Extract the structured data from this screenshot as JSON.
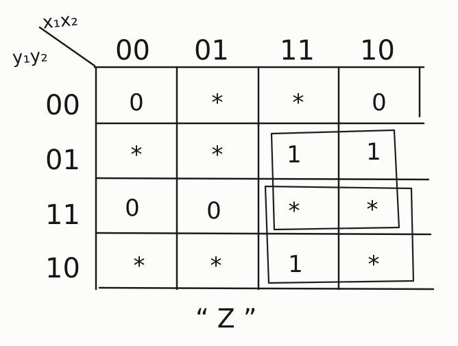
{
  "kmap": {
    "x_vars": "x₁x₂",
    "y_vars": "y₁y₂",
    "col_headers": [
      "00",
      "01",
      "11",
      "10"
    ],
    "row_headers": [
      "00",
      "01",
      "11",
      "10"
    ],
    "cells": [
      [
        "0",
        "*",
        "*",
        "0"
      ],
      [
        "*",
        "*",
        "1",
        "1"
      ],
      [
        "0",
        "0",
        "*",
        "*"
      ],
      [
        "*",
        "*",
        "1",
        "*"
      ]
    ],
    "groups": [
      {
        "name": "group-rows-01-11-cols-11-10",
        "rows": [
          "01",
          "11"
        ],
        "cols": [
          "11",
          "10"
        ]
      },
      {
        "name": "group-rows-11-10-cols-11-10",
        "rows": [
          "11",
          "10"
        ],
        "cols": [
          "11",
          "10"
        ]
      }
    ],
    "caption": "“ Z ”"
  },
  "colors": {
    "ink": "#161616",
    "paper": "#fcfcfb"
  }
}
